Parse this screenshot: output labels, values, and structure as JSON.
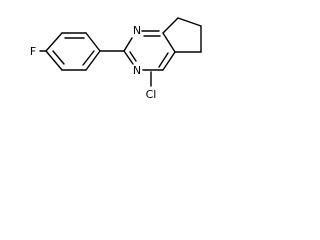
{
  "molecule": {
    "atoms": {
      "fluorine": "F",
      "chlorine": "Cl",
      "nitrogen_top": "N",
      "nitrogen_bottom": "N"
    }
  }
}
